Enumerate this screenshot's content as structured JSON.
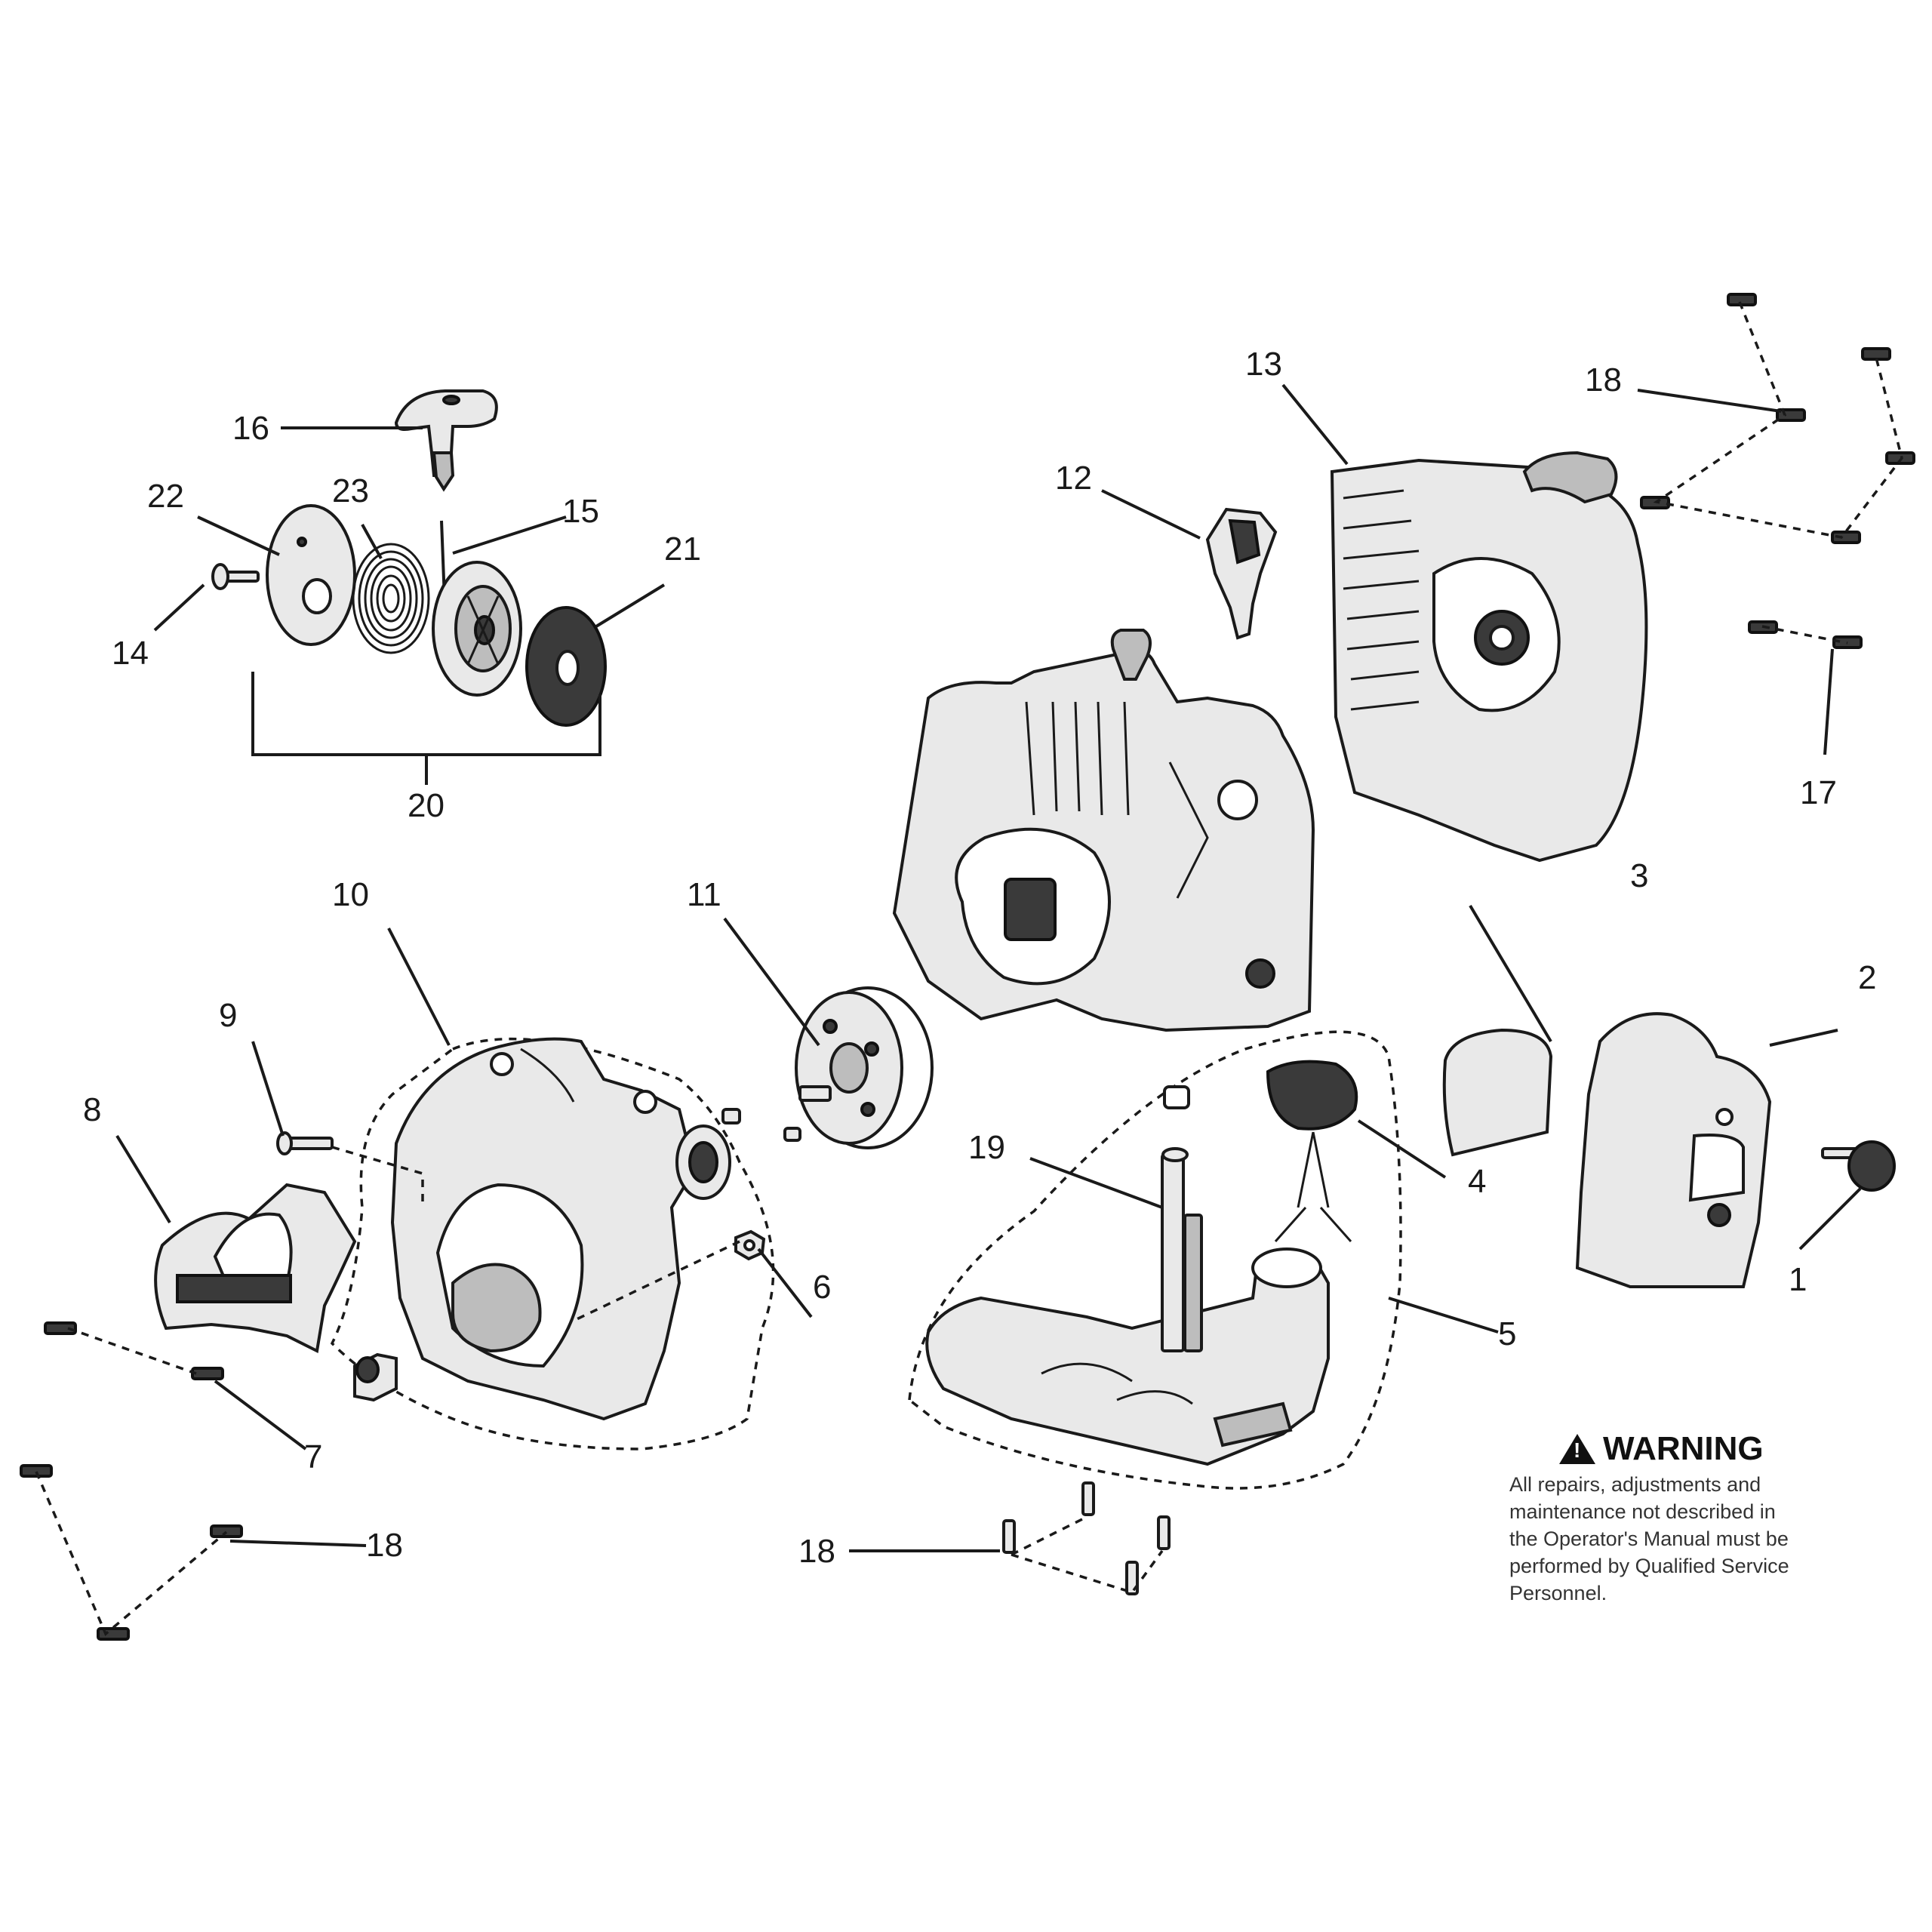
{
  "part_labels": {
    "p1": "1",
    "p2": "2",
    "p3": "3",
    "p4": "4",
    "p5": "5",
    "p6": "6",
    "p7": "7",
    "p8": "8",
    "p9": "9",
    "p10": "10",
    "p11": "11",
    "p12": "12",
    "p13": "13",
    "p14": "14",
    "p15": "15",
    "p16": "16",
    "p17": "17",
    "p18_top": "18",
    "p18_left": "18",
    "p18_bottom": "18",
    "p19": "19",
    "p20": "20",
    "p21": "21",
    "p22": "22",
    "p23": "23"
  },
  "warning": {
    "title": "WARNING",
    "icon": "warning-triangle-icon",
    "lines": [
      "All repairs, adjustments and",
      "maintenance not described in",
      "the Operator's Manual must be",
      "performed by Qualified Service",
      "Personnel."
    ]
  }
}
